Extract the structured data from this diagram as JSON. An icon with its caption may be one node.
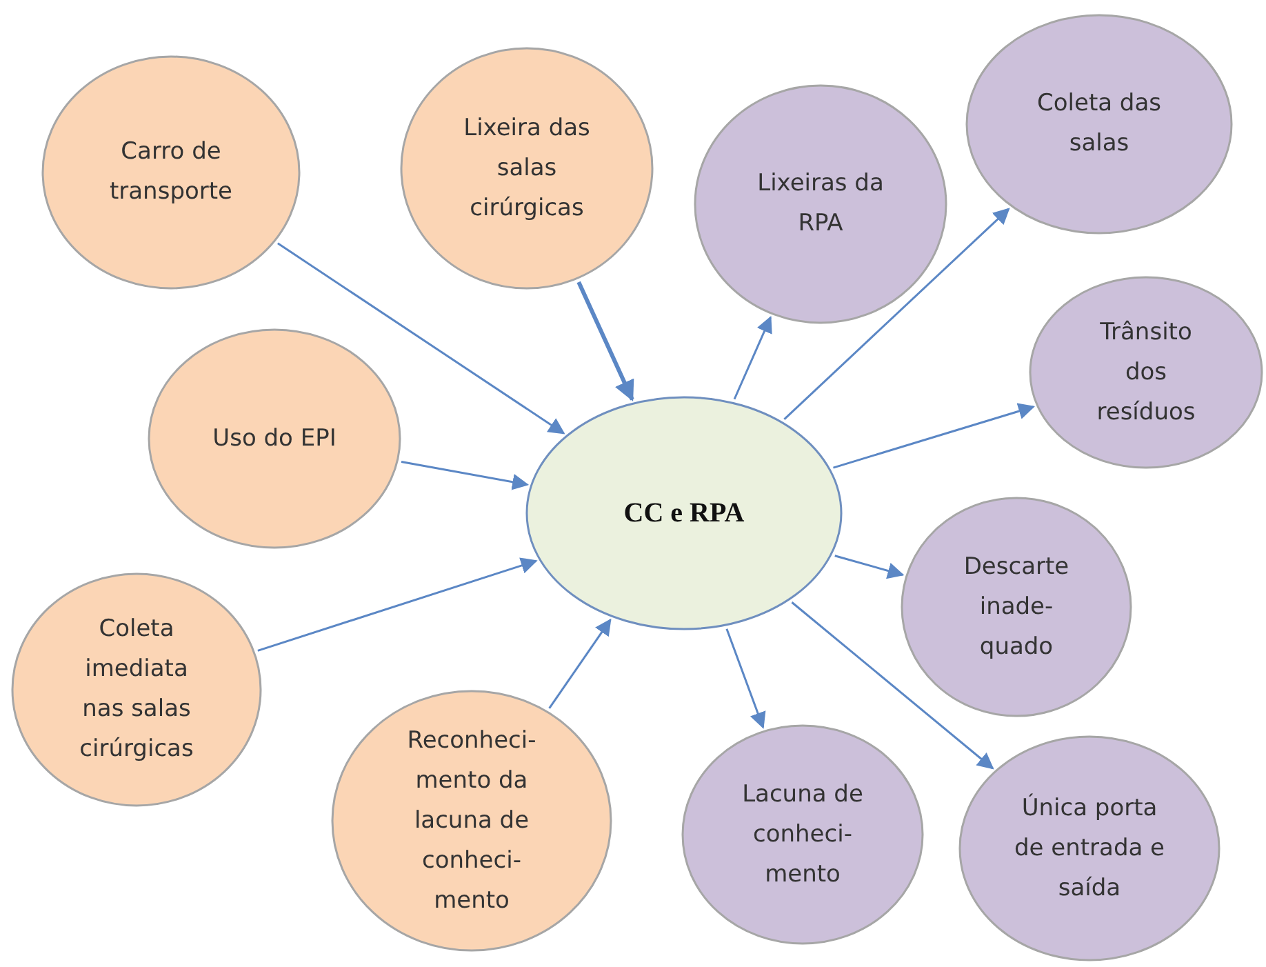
{
  "diagram": {
    "nodes": [
      {
        "text": [
          "Carro de transporte"
        ]
      },
      {
        "text": [
          "Lixeira das salas cirúrgicas"
        ]
      },
      {
        "text": [
          "Lixeiras da RPA"
        ]
      },
      {
        "text": [
          "Coleta das salas"
        ]
      },
      {
        "text": [
          "Trânsito dos resíduos"
        ]
      },
      {
        "text": [
          "Uso do EPI"
        ]
      },
      {
        "text": [
          "CC e RPA"
        ]
      },
      {
        "text": [
          "Descarte inade- quado"
        ]
      },
      {
        "text": [
          "Coleta imediata nas salas cirúrgicas"
        ]
      },
      {
        "text": [
          "Reconheci- mento da lacuna de conheci- mento"
        ]
      },
      {
        "text": [
          "Lacuna de conheci- mento"
        ]
      },
      {
        "text": [
          "Única porta de entrada e saída"
        ]
      }
    ],
    "edges": [
      {
        "from": 0,
        "to": 6,
        "arrow": "to"
      },
      {
        "from": 1,
        "to": 6,
        "arrow": "to",
        "style": "thick"
      },
      {
        "from": 5,
        "to": 6,
        "arrow": "to"
      },
      {
        "from": 8,
        "to": 6,
        "arrow": "to"
      },
      {
        "from": 9,
        "to": 6,
        "arrow": "to"
      },
      {
        "from": 6,
        "to": 2,
        "arrow": "to"
      },
      {
        "from": 6,
        "to": 3,
        "arrow": "to"
      },
      {
        "from": 6,
        "to": 4,
        "arrow": "to"
      },
      {
        "from": 6,
        "to": 7,
        "arrow": "to"
      },
      {
        "from": 6,
        "to": 10,
        "arrow": "to"
      },
      {
        "from": 6,
        "to": 11,
        "arrow": "to"
      }
    ]
  }
}
